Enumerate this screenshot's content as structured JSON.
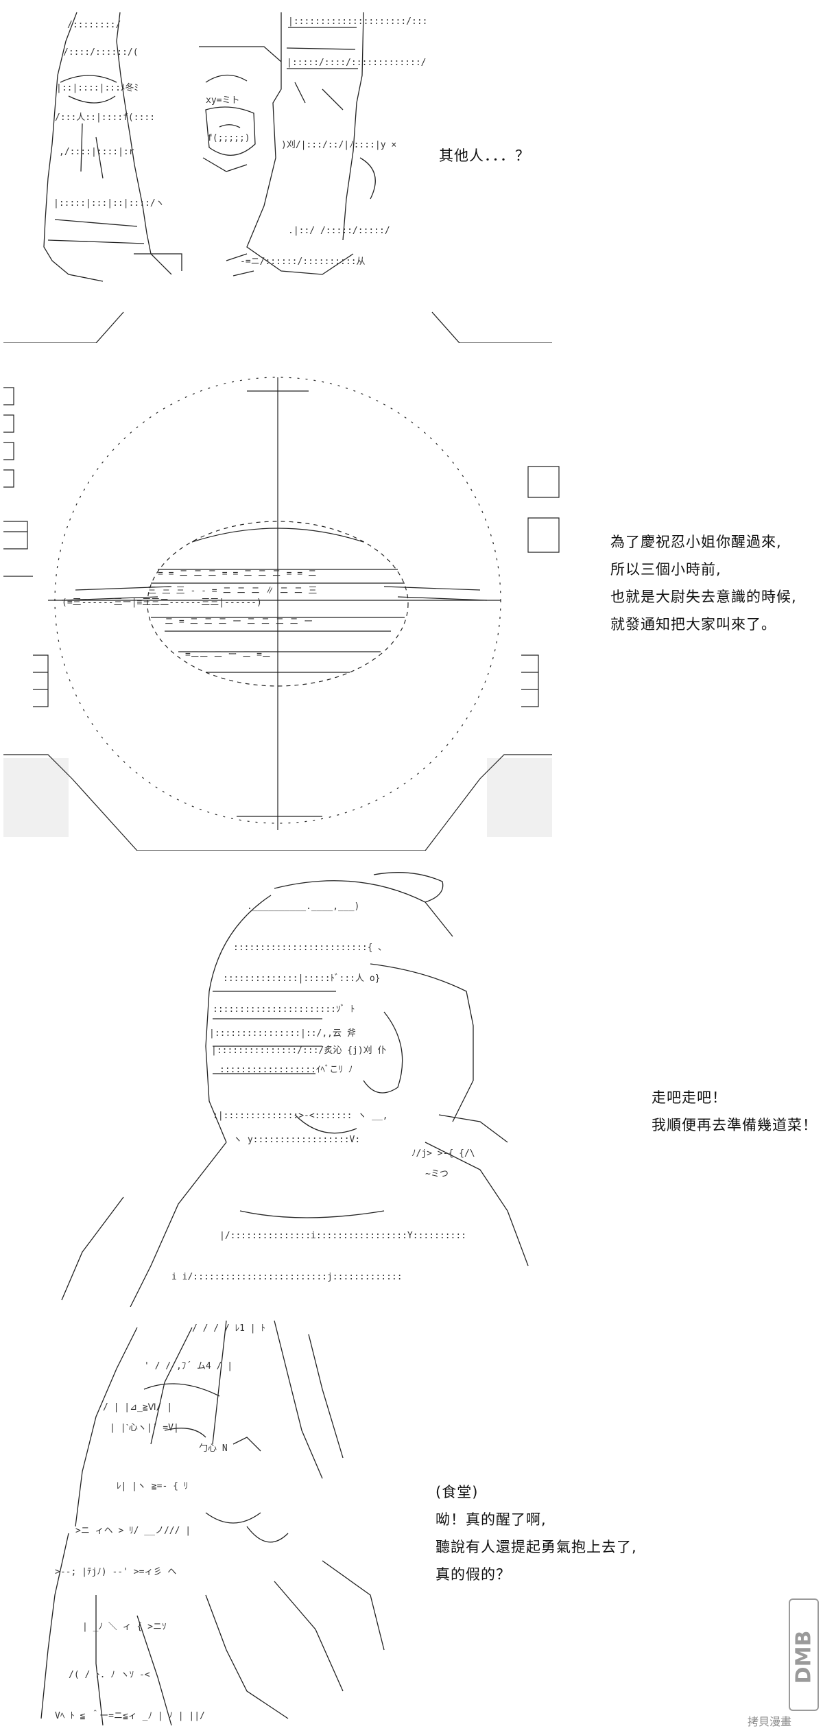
{
  "panels": [
    {
      "id": "p1",
      "lines": [
        "其他人．．．？"
      ]
    },
    {
      "id": "p2",
      "lines": [
        "為了慶祝忍小姐你醒過來,",
        "所以三個小時前,",
        "也就是大尉失去意識的時候,",
        "就發通知把大家叫來了。"
      ]
    },
    {
      "id": "p3",
      "lines": [
        "走吧走吧！",
        "我順便再去準備幾道菜！"
      ]
    },
    {
      "id": "p4",
      "lines": [
        "(食堂)",
        "呦！真的醒了啊,",
        "聽說有人還提起勇氣抱上去了,",
        "真的假的？"
      ]
    }
  ],
  "watermark": {
    "brand": "DMB",
    "caption": "拷貝漫畫"
  }
}
